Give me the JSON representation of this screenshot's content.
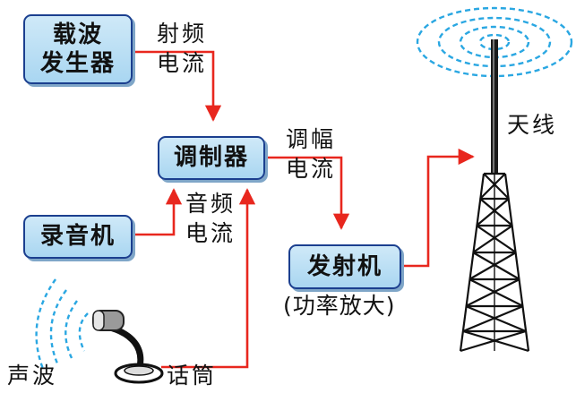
{
  "nodes": {
    "carrier": [
      "载波",
      "发生器"
    ],
    "modulator": "调制器",
    "recorder": "录音机",
    "transmitter": "发射机",
    "transmitter_note": "(功率放大)"
  },
  "labels": {
    "rf_current": [
      "射频",
      "电流"
    ],
    "am_current": [
      "调幅",
      "电流"
    ],
    "audio_current": [
      "音频",
      "电流"
    ],
    "antenna": "天线",
    "sound_wave": "声波",
    "microphone": "话筒"
  },
  "colors": {
    "wire": "#e8271e",
    "box_border": "#1b3f8f",
    "box_fill": "#b8def4",
    "wave": "#2aa7e2",
    "tower": "#111111"
  }
}
